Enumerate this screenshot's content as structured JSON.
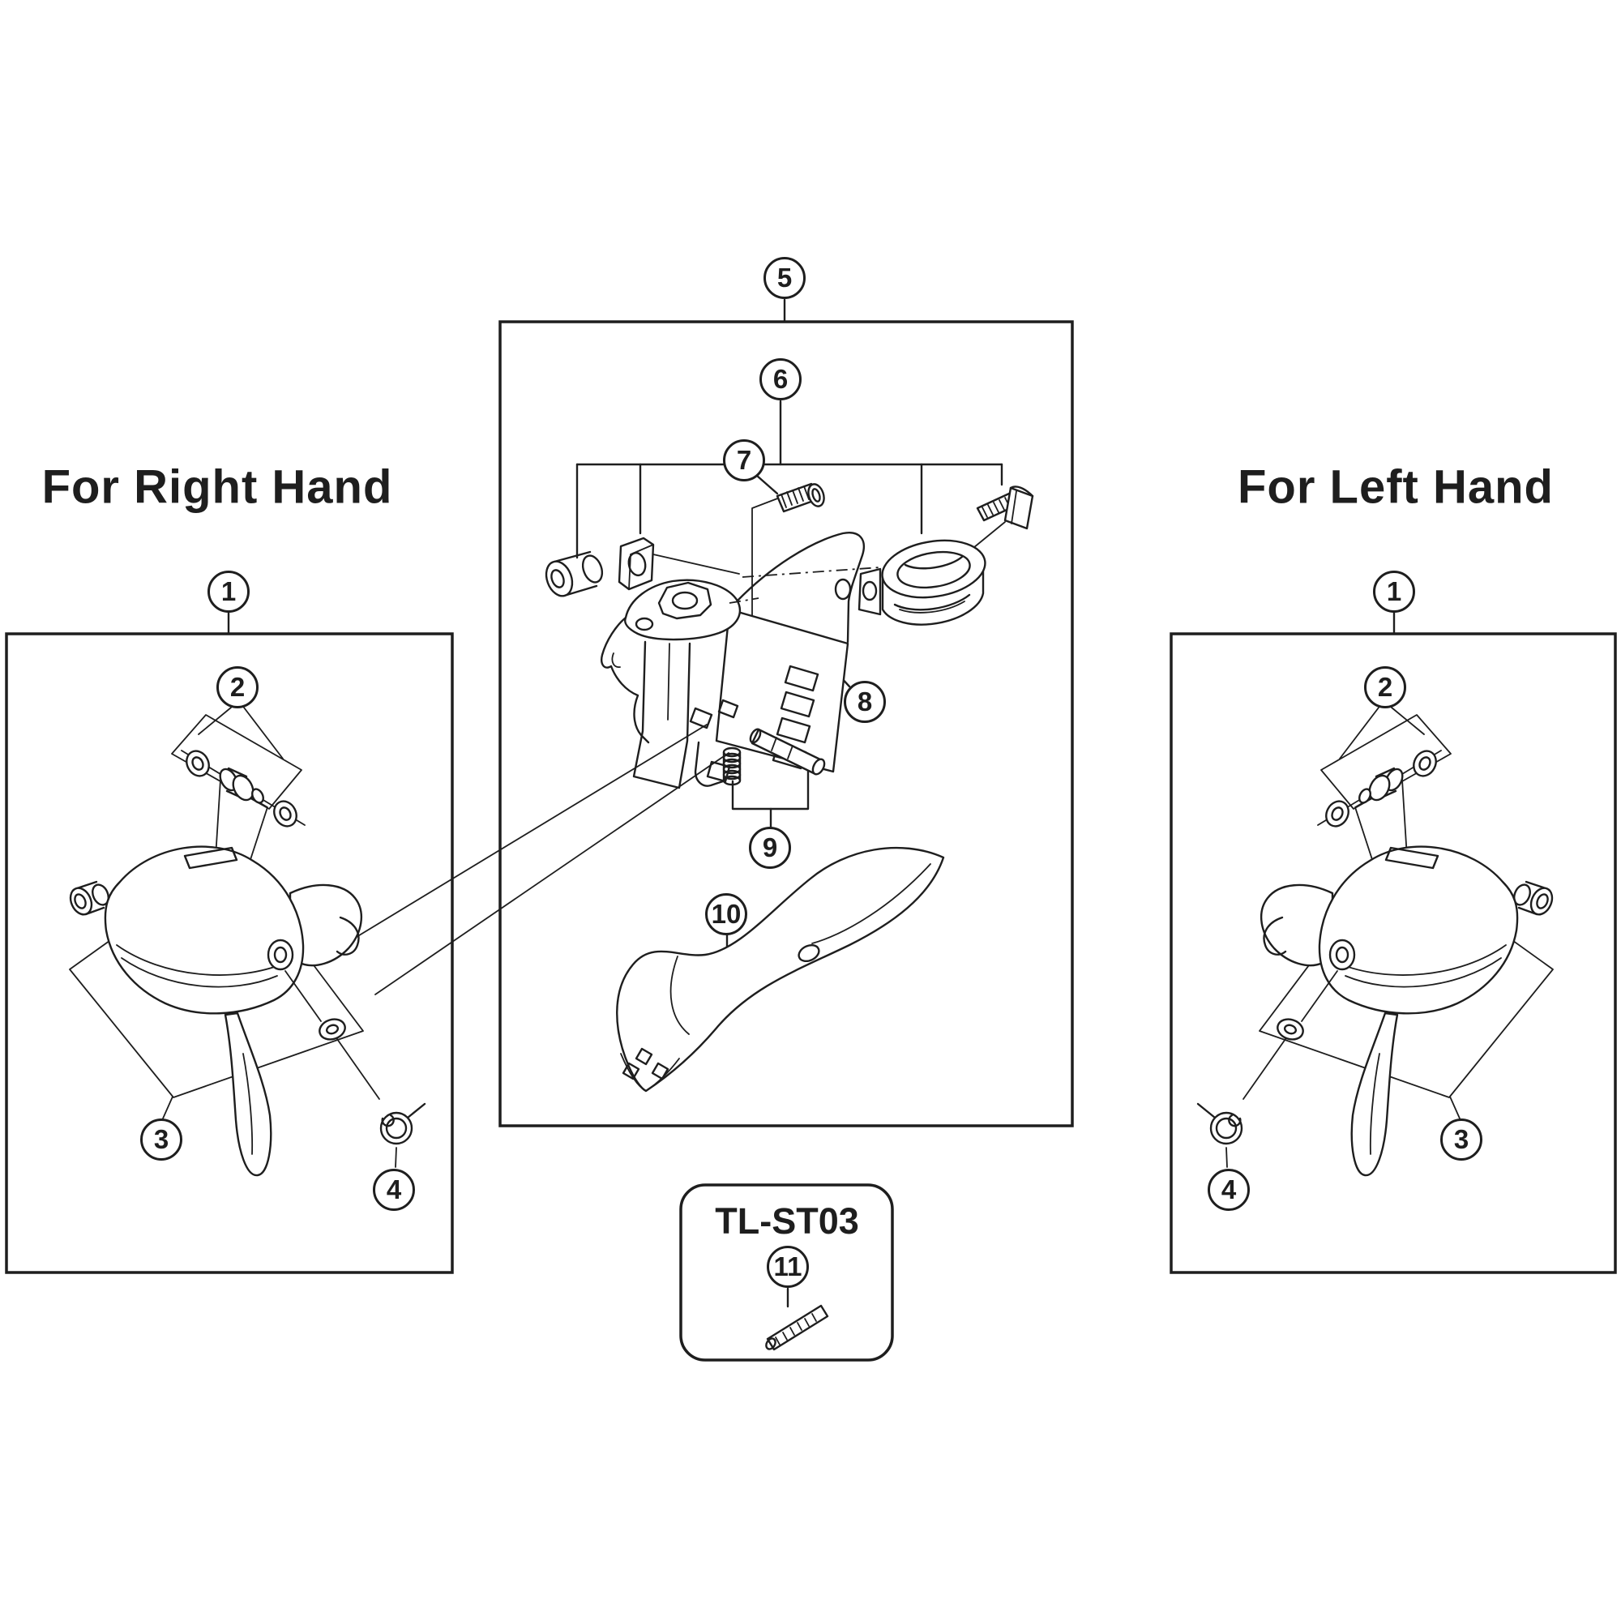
{
  "page": {
    "background_color": "#ffffff",
    "line_color": "#1e1e1e",
    "description": "Black-and-white exploded parts diagram of dual-control shift/brake levers with numbered callouts"
  },
  "titles": {
    "right_hand": "For Right Hand",
    "left_hand": "For Left Hand"
  },
  "tool_box": {
    "label": "TL-ST03"
  },
  "callouts": {
    "c1": "1",
    "c2": "2",
    "c3": "3",
    "c4": "4",
    "c5": "5",
    "c6": "6",
    "c7": "7",
    "c8": "8",
    "c9": "9",
    "c10": "10",
    "c11": "11"
  },
  "drawings": [
    "shift-brake-lever-drawing",
    "cable-adjuster-drawing",
    "bracket-body-drawing",
    "fixing-nut-drawing",
    "fixing-plate-drawing",
    "mounting-screw-drawing",
    "clamp-band-drawing",
    "clamp-bolt-drawing",
    "return-spring-drawing",
    "lever-axle-drawing",
    "bracket-cover-drawing",
    "coil-spring-drawing",
    "pin-tool-drawing"
  ]
}
